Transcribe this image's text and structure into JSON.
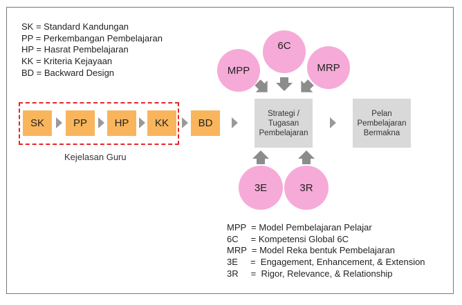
{
  "legend_top": [
    "SK = Standard Kandungan",
    "PP = Perkembangan Pembelajaran",
    "HP = Hasrat Pembelajaran",
    "KK = Kriteria Kejayaan",
    "BD = Backward Design"
  ],
  "flow": [
    "SK",
    "PP",
    "HP",
    "KK",
    "BD"
  ],
  "group_caption": "Kejelasan Guru",
  "strategy_box": [
    "Strategi /",
    "Tugasan",
    "Pembelajaran"
  ],
  "result_box": [
    "Pelan",
    "Pembelajaran",
    "Bermakna"
  ],
  "circles_top": [
    "MPP",
    "6C",
    "MRP"
  ],
  "circles_bottom": [
    "3E",
    "3R"
  ],
  "legend_bottom": [
    "MPP  = Model Pembelajaran Pelajar",
    "6C     = Kompetensi Global 6C",
    "MRP  = Model Reka bentuk Pembelajaran",
    "3E     =  Engagement, Enhancement, & Extension",
    "3R     =  Rigor, Relevance, & Relationship"
  ],
  "colors": {
    "orange": "#f9b55b",
    "pink": "#f6aad8",
    "gray_box": "#d9d9d9",
    "arrow": "#999999",
    "dash": "#e3262a"
  }
}
